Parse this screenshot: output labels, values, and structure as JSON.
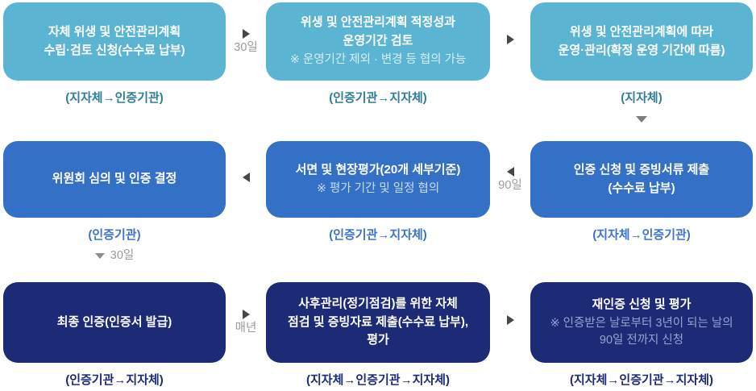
{
  "palette": {
    "background": "#ffffff",
    "row1_box": "#5bb4d2",
    "row1_note_text": "#d8eef6",
    "row1_caption_text": "#2e7d99",
    "row2_box": "#3470c5",
    "row2_note_text": "#c7dcf4",
    "row2_caption_text": "#3b74c8",
    "row3_box": "#1d2a75",
    "row3_note_text": "#98a3d2",
    "row3_caption_text": "#1d2a75",
    "box_title_text": "#ffffff",
    "arrow_triangle": "#474747",
    "down_triangle": "#7e7e7e",
    "arrow_label_text": "#9b9b9b"
  },
  "rows": [
    {
      "cells": [
        {
          "title": "자체 위생 및 안전관리계획\n수립·검토 신청(수수료 납부)",
          "caption": "(지자체→인증기관)"
        },
        {
          "title": "위생 및 안전관리계획 적정성과\n운영기간 검토",
          "note": "※ 운영기간 제외 · 변경 등 협의 가능",
          "caption": "(인증기관→지자체)"
        },
        {
          "title": "위생 및 안전관리계획에 따라\n운영·관리(확정 운영 기간에 따름)",
          "caption": "(지자체)",
          "down_arrow": "true"
        }
      ],
      "connectors": [
        {
          "direction": "right",
          "label": "30일"
        },
        {
          "direction": "right",
          "label": ""
        }
      ]
    },
    {
      "cells": [
        {
          "title": "위원회 심의 및 인증 결정",
          "caption": "(인증기관)",
          "down_label": "30일"
        },
        {
          "title": "서면 및 현장평가(20개 세부기준)",
          "note": "※ 평가 기간 및 일정 협의",
          "caption": "(인증기관→지자체)"
        },
        {
          "title": "인증 신청 및 증빙서류 제출\n(수수료 납부)",
          "caption": "(지자체→인증기관)"
        }
      ],
      "connectors": [
        {
          "direction": "left",
          "label": ""
        },
        {
          "direction": "left",
          "label": "90일"
        }
      ]
    },
    {
      "cells": [
        {
          "title": "최종 인증(인증서 발급)",
          "caption": "(인증기관→지자체)"
        },
        {
          "title": "사후관리(정기점검)를 위한 자체\n점검 및 증빙자료 제출(수수료 납부),\n평가",
          "caption": "(지자체→인증기관→지자체)"
        },
        {
          "title": "재인증 신청 및 평가",
          "note": "※ 인증받은 날로부터 3년이 되는 날의\n90일 전까지 신청",
          "caption": "(지자체→인증기관→지자체)"
        }
      ],
      "connectors": [
        {
          "direction": "right",
          "label": "매년"
        },
        {
          "direction": "right",
          "label": ""
        }
      ]
    }
  ]
}
